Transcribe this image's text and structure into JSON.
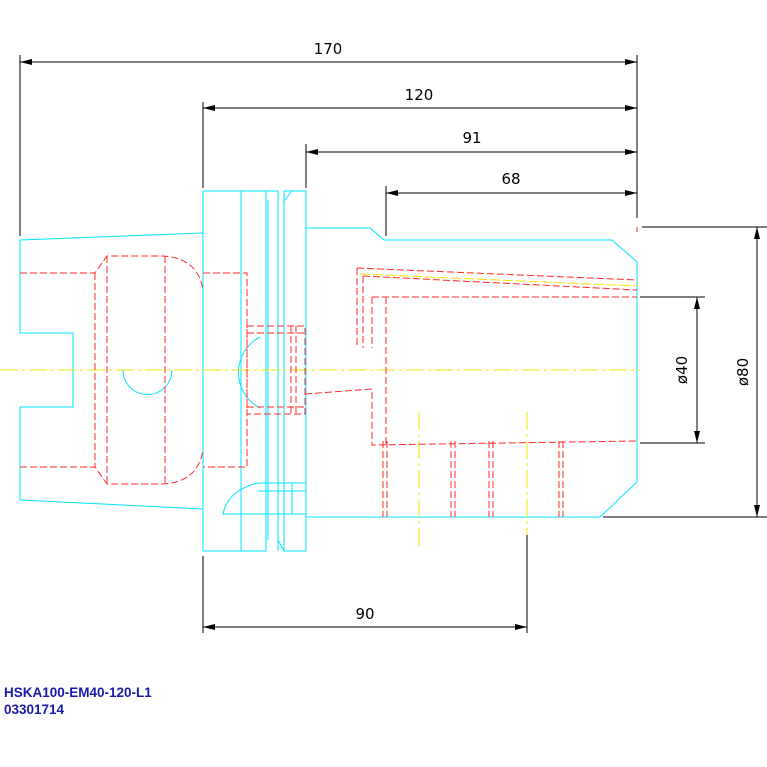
{
  "drawing": {
    "dimensions": {
      "overall_length": "170",
      "length_120": "120",
      "length_91": "91",
      "length_68": "68",
      "length_90": "90",
      "diameter_40": "ø40",
      "diameter_80": "ø80"
    },
    "colors": {
      "outline": "#00e5ff",
      "hidden": "#ff2a2a",
      "centerline": "#f3e500",
      "dimension": "#000000",
      "caption": "#1a1aa8"
    }
  },
  "caption": {
    "part_name": "HSKA100-EM40-120-L1",
    "part_number": "03301714"
  }
}
